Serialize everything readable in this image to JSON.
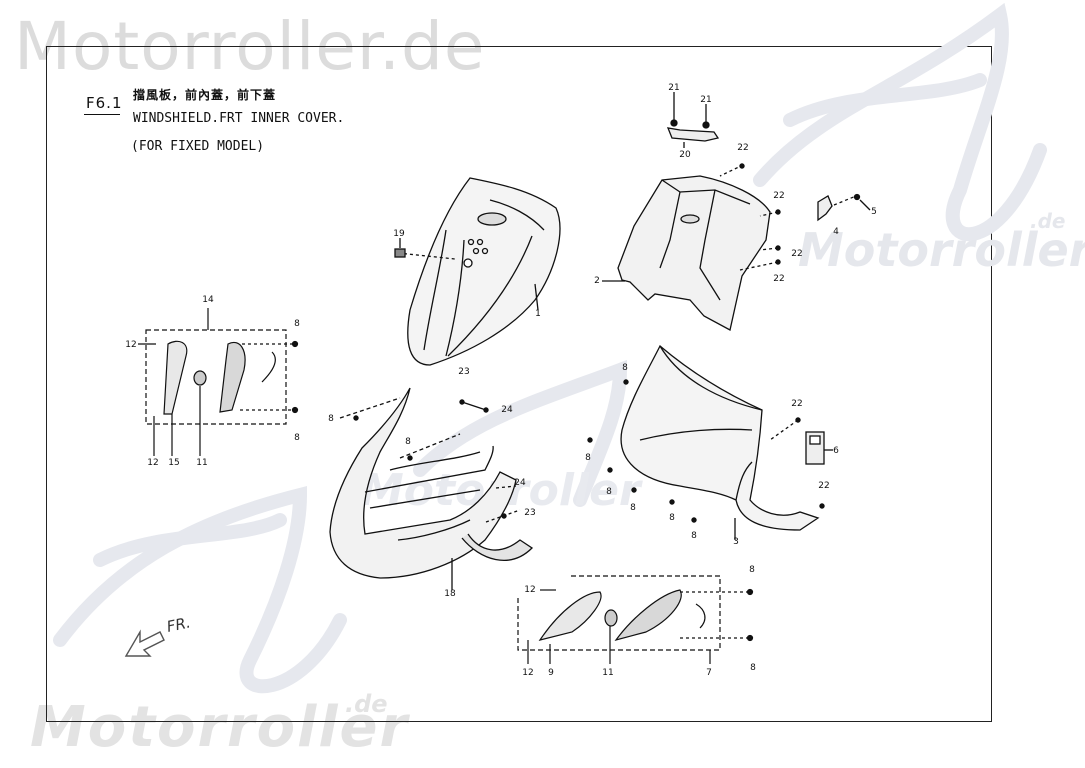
{
  "watermark": {
    "top": "Motorroller.de",
    "bottom": "Motorroller",
    "bottom_suffix": ".de",
    "right": "Motorroller",
    "right_suffix": ".de",
    "center": "Motorroller"
  },
  "figure": {
    "number": "F6.1",
    "title_cn": "擋風板，前內蓋，前下蓋",
    "title_en": "WINDSHIELD.FRT INNER COVER.",
    "note": "(FOR FIXED MODEL)"
  },
  "direction": {
    "label": "FR."
  },
  "callouts": [
    "21",
    "21",
    "20",
    "22",
    "22",
    "5",
    "4",
    "22",
    "22",
    "2",
    "19",
    "1",
    "14",
    "8",
    "12",
    "8",
    "12",
    "15",
    "11",
    "23",
    "24",
    "8",
    "8",
    "24",
    "23",
    "18",
    "8",
    "8",
    "8",
    "8",
    "8",
    "8",
    "22",
    "6",
    "22",
    "3",
    "12",
    "8",
    "12",
    "9",
    "11",
    "7",
    "8"
  ]
}
